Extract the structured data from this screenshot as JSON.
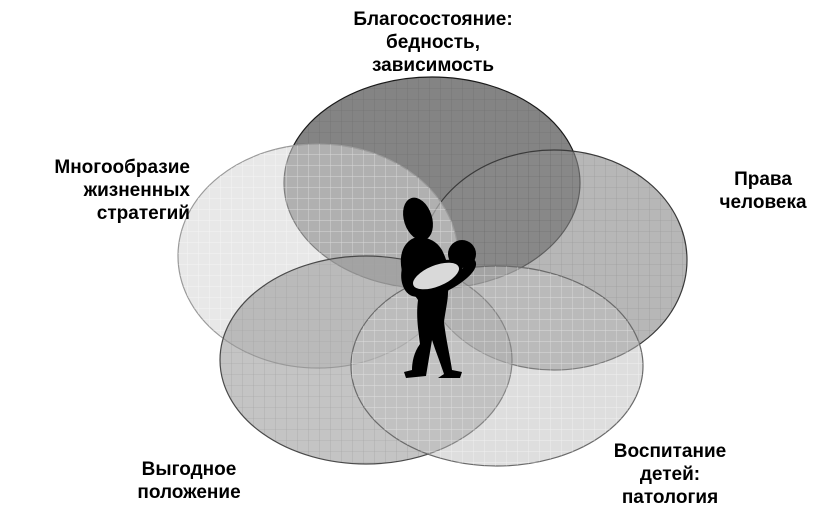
{
  "diagram": {
    "labels": {
      "top": [
        "Благосостояние:",
        "бедность,",
        "зависимость"
      ],
      "left": [
        "Многообразие",
        "жизненных",
        "стратегий"
      ],
      "right": [
        "Права",
        "человека"
      ],
      "bottom_left": [
        "Выгодное",
        "положение"
      ],
      "bottom_right": [
        "Воспитание",
        "детей:",
        "патология"
      ]
    },
    "colors": {
      "ellipse_top": "#6e6e6e",
      "ellipse_right": "#8a8a8a",
      "ellipse_left": "#d6d6d6",
      "ellipse_bottom_left": "#9a9a9a",
      "ellipse_bottom_right": "#bdbdbd",
      "figure": "#000000",
      "baby_blanket": "#d9d9d9"
    },
    "center_image": "parent-holding-child-silhouette"
  }
}
